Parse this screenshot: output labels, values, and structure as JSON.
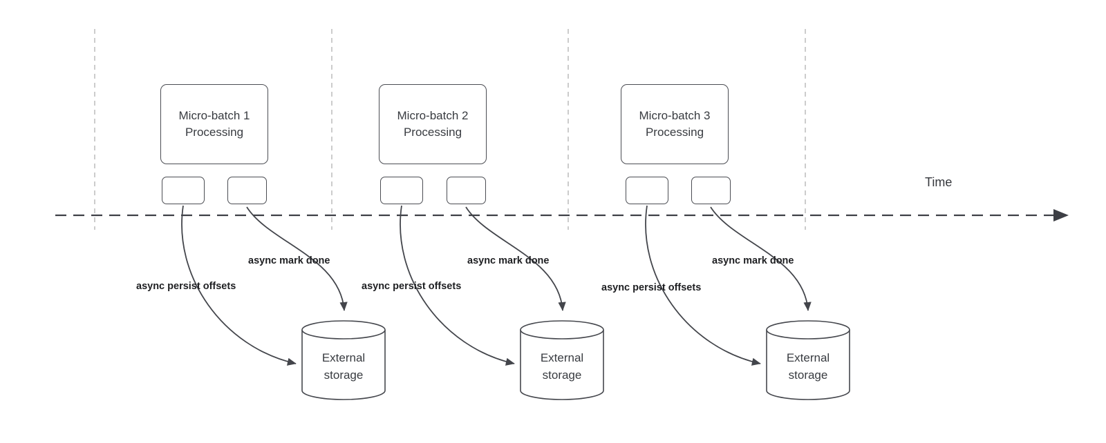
{
  "colors": {
    "shape_stroke": "#45474d",
    "guide_line": "#b7b7b7",
    "label_text": "#1e1f22",
    "body_text": "#383b40"
  },
  "diagram": {
    "time_label": "Time",
    "batches": [
      {
        "title_line1": "Micro-batch 1",
        "title_line2": "Processing",
        "persist_label": "async persist offsets",
        "done_label": "async mark done",
        "storage_line1": "External",
        "storage_line2": "storage"
      },
      {
        "title_line1": "Micro-batch 2",
        "title_line2": "Processing",
        "persist_label": "async persist offsets",
        "done_label": "async mark done",
        "storage_line1": "External",
        "storage_line2": "storage"
      },
      {
        "title_line1": "Micro-batch 3",
        "title_line2": "Processing",
        "persist_label": "async persist offsets",
        "done_label": "async mark done",
        "storage_line1": "External",
        "storage_line2": "storage"
      }
    ]
  }
}
